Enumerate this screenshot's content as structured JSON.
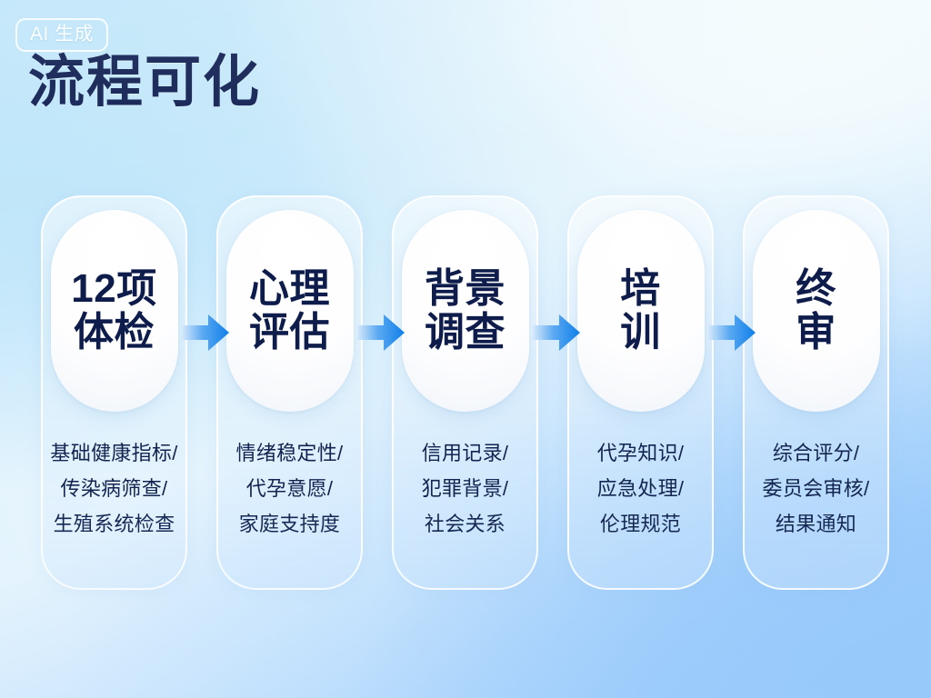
{
  "header": {
    "badge_label": "AI 生成",
    "title": "流程可化"
  },
  "colors": {
    "title_navy": "#101f52",
    "card_text_navy": "#0d1c4a",
    "desc_navy": "#12244f",
    "arrow_start": "#cfe6fb",
    "arrow_end": "#1283e8",
    "bg_light": "#f2fbfd",
    "bg_blue": "#95c8fb",
    "pill_white": "#ffffff"
  },
  "flow": {
    "steps": [
      {
        "id": "step-1",
        "title_lines": [
          "12项",
          "体检"
        ],
        "desc_lines": [
          "基础健康指标/",
          "传染病筛查/",
          "生殖系统检查"
        ]
      },
      {
        "id": "step-2",
        "title_lines": [
          "心理",
          "评估"
        ],
        "desc_lines": [
          "情绪稳定性/",
          "代孕意愿/",
          "家庭支持度"
        ]
      },
      {
        "id": "step-3",
        "title_lines": [
          "背景",
          "调查"
        ],
        "desc_lines": [
          "信用记录/",
          "犯罪背景/",
          "社会关系"
        ]
      },
      {
        "id": "step-4",
        "title_lines": [
          "培",
          "训"
        ],
        "desc_lines": [
          "代孕知识/",
          "应急处理/",
          "伦理规范"
        ]
      },
      {
        "id": "step-5",
        "title_lines": [
          "终",
          "审"
        ],
        "desc_lines": [
          "综合评分/",
          "委员会审核/",
          "结果通知"
        ]
      }
    ],
    "connectors": [
      {
        "id": "connector-1",
        "icon": "arrow-right-icon"
      },
      {
        "id": "connector-2",
        "icon": "arrow-right-icon"
      },
      {
        "id": "connector-3",
        "icon": "arrow-right-icon"
      },
      {
        "id": "connector-4",
        "icon": "arrow-right-icon"
      }
    ]
  }
}
